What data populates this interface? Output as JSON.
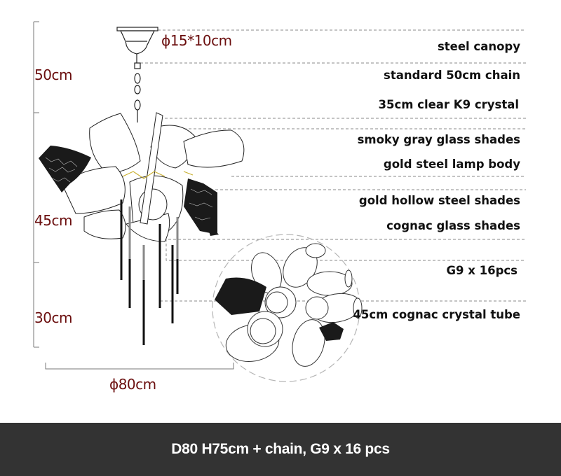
{
  "dimensions": {
    "canopy": "ϕ15*10cm",
    "height_top": "50cm",
    "height_middle": "45cm",
    "height_bottom": "30cm",
    "diameter": "ϕ80cm"
  },
  "specs": [
    {
      "label": "steel canopy"
    },
    {
      "label": "standard 50cm chain"
    },
    {
      "label": "35cm clear K9 crystal"
    },
    {
      "label": "smoky gray glass shades"
    },
    {
      "label": "gold steel lamp body"
    },
    {
      "label": "gold hollow steel shades"
    },
    {
      "label": "cognac glass shades"
    },
    {
      "label": "G9 x 16pcs"
    },
    {
      "label": "45cm cognac crystal tube"
    }
  ],
  "footer": {
    "summary": "D80 H75cm + chain, G9 x 16 pcs"
  },
  "colors": {
    "dimension_text": "#6b0f0f",
    "spec_text": "#111111",
    "footer_bg": "#333333",
    "footer_text": "#ffffff",
    "guide_line": "#8a8a8a"
  }
}
